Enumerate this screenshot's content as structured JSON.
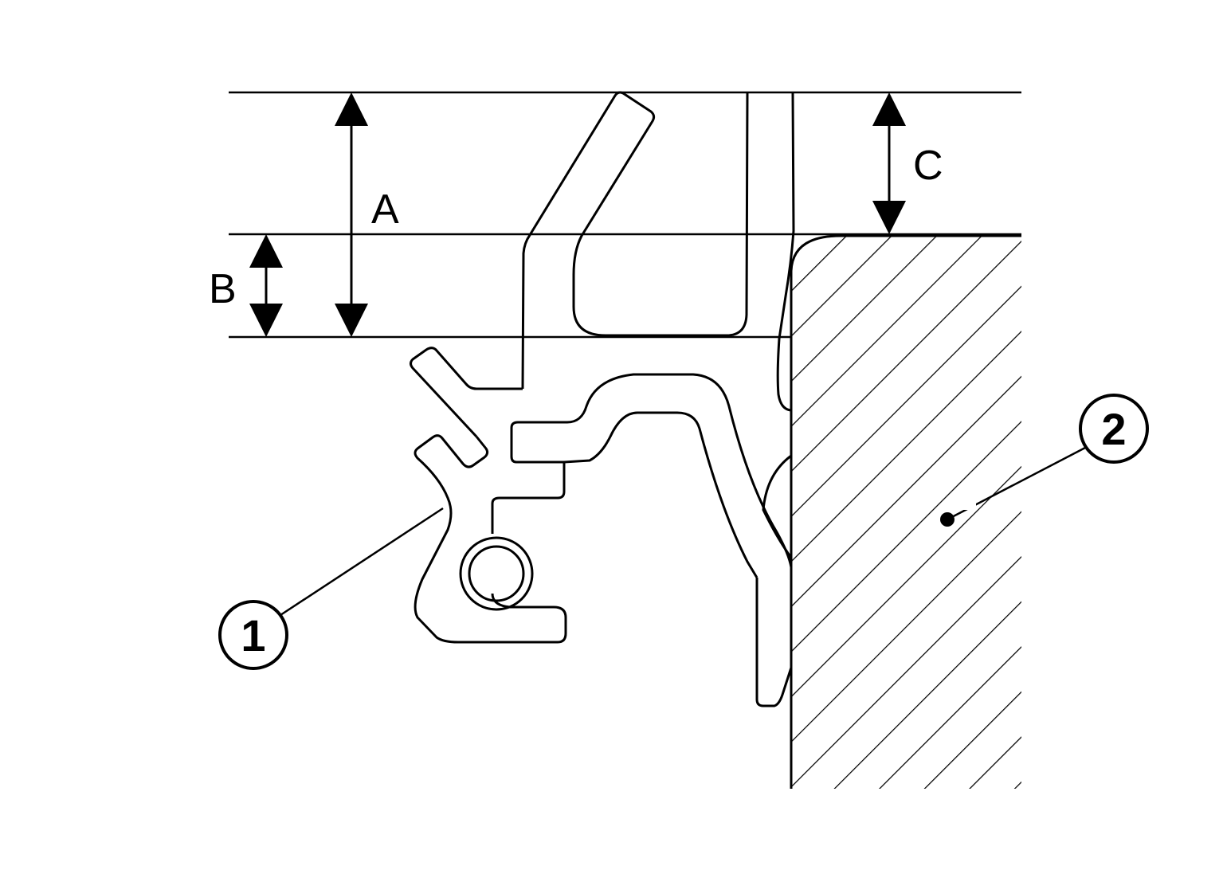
{
  "diagram": {
    "dimension_labels": {
      "a": "A",
      "b": "B",
      "c": "C"
    },
    "callouts": [
      {
        "number": "1"
      },
      {
        "number": "2"
      }
    ]
  }
}
